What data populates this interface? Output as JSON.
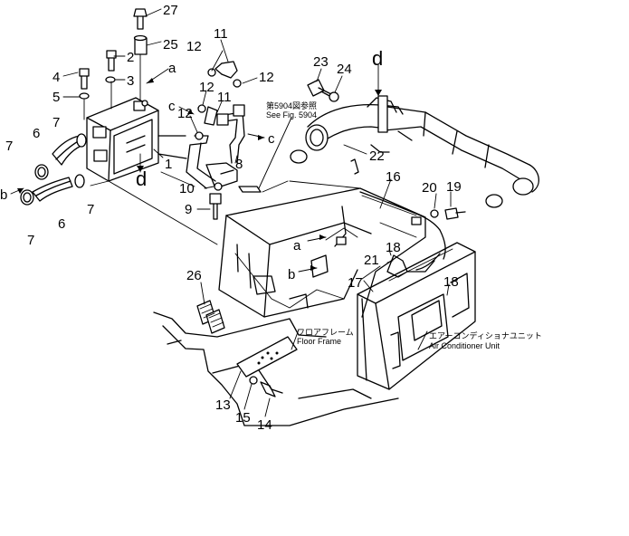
{
  "callouts": {
    "p1": "1",
    "p2": "2",
    "p3": "3",
    "p4": "4",
    "p5": "5",
    "p6a": "6",
    "p6b": "6",
    "p7a": "7",
    "p7b": "7",
    "p7c": "7",
    "p7d": "7",
    "p8": "8",
    "p9": "9",
    "p10": "10",
    "p11a": "11",
    "p11b": "11",
    "p12a": "12",
    "p12b": "12",
    "p12c": "12",
    "p12d": "12",
    "p13": "13",
    "p14": "14",
    "p15": "15",
    "p16": "16",
    "p17": "17",
    "p18a": "18",
    "p18b": "18",
    "p19": "19",
    "p20": "20",
    "p21": "21",
    "p22": "22",
    "p23": "23",
    "p24": "24",
    "p25": "25",
    "p26": "26",
    "p27": "27"
  },
  "connectors": {
    "a1": "a",
    "a2": "a",
    "b1": "b",
    "b2": "b",
    "c1": "c",
    "c2": "c",
    "d1": "d",
    "d2": "d"
  },
  "notes": {
    "see_fig_jp": "第5904図参照",
    "see_fig_en": "See Fig. 5904",
    "floor_frame_jp": "フロアフレーム",
    "floor_frame_en": "Floor Frame",
    "ac_unit_jp": "エアーコンディショナユニット",
    "ac_unit_en": "Air Conditioner Unit"
  }
}
